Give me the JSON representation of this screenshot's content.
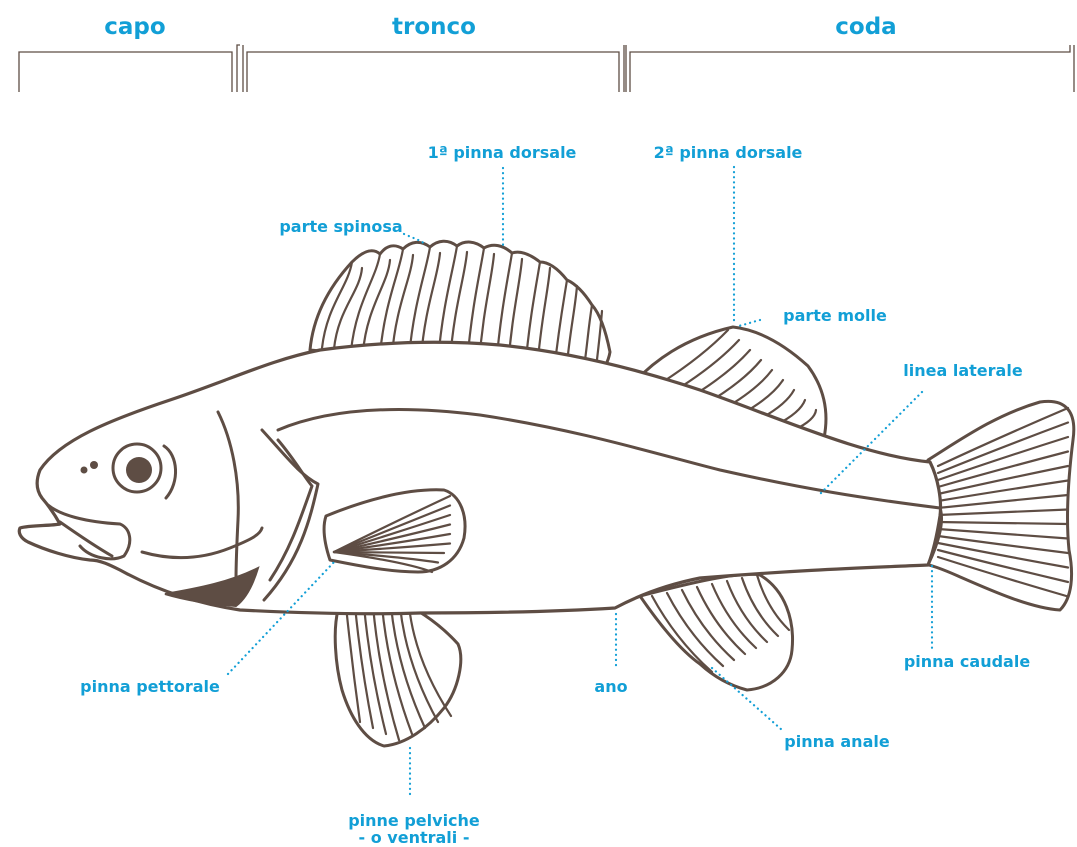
{
  "colors": {
    "accent": "#129fd6",
    "outline": "#5e4d44"
  },
  "sections": {
    "head": "capo",
    "trunk": "tronco",
    "tail": "coda"
  },
  "labels": {
    "dorsal1": "1ª pinna dorsale",
    "dorsal2": "2ª pinna dorsale",
    "spiny": "parte spinosa",
    "soft": "parte molle",
    "lateral_line": "linea laterale",
    "pectoral": "pinna pettorale",
    "anus": "ano",
    "caudal": "pinna caudale",
    "anal": "pinna anale",
    "pelvic_line1": "pinne pelviche",
    "pelvic_line2": "- o ventrali -"
  }
}
